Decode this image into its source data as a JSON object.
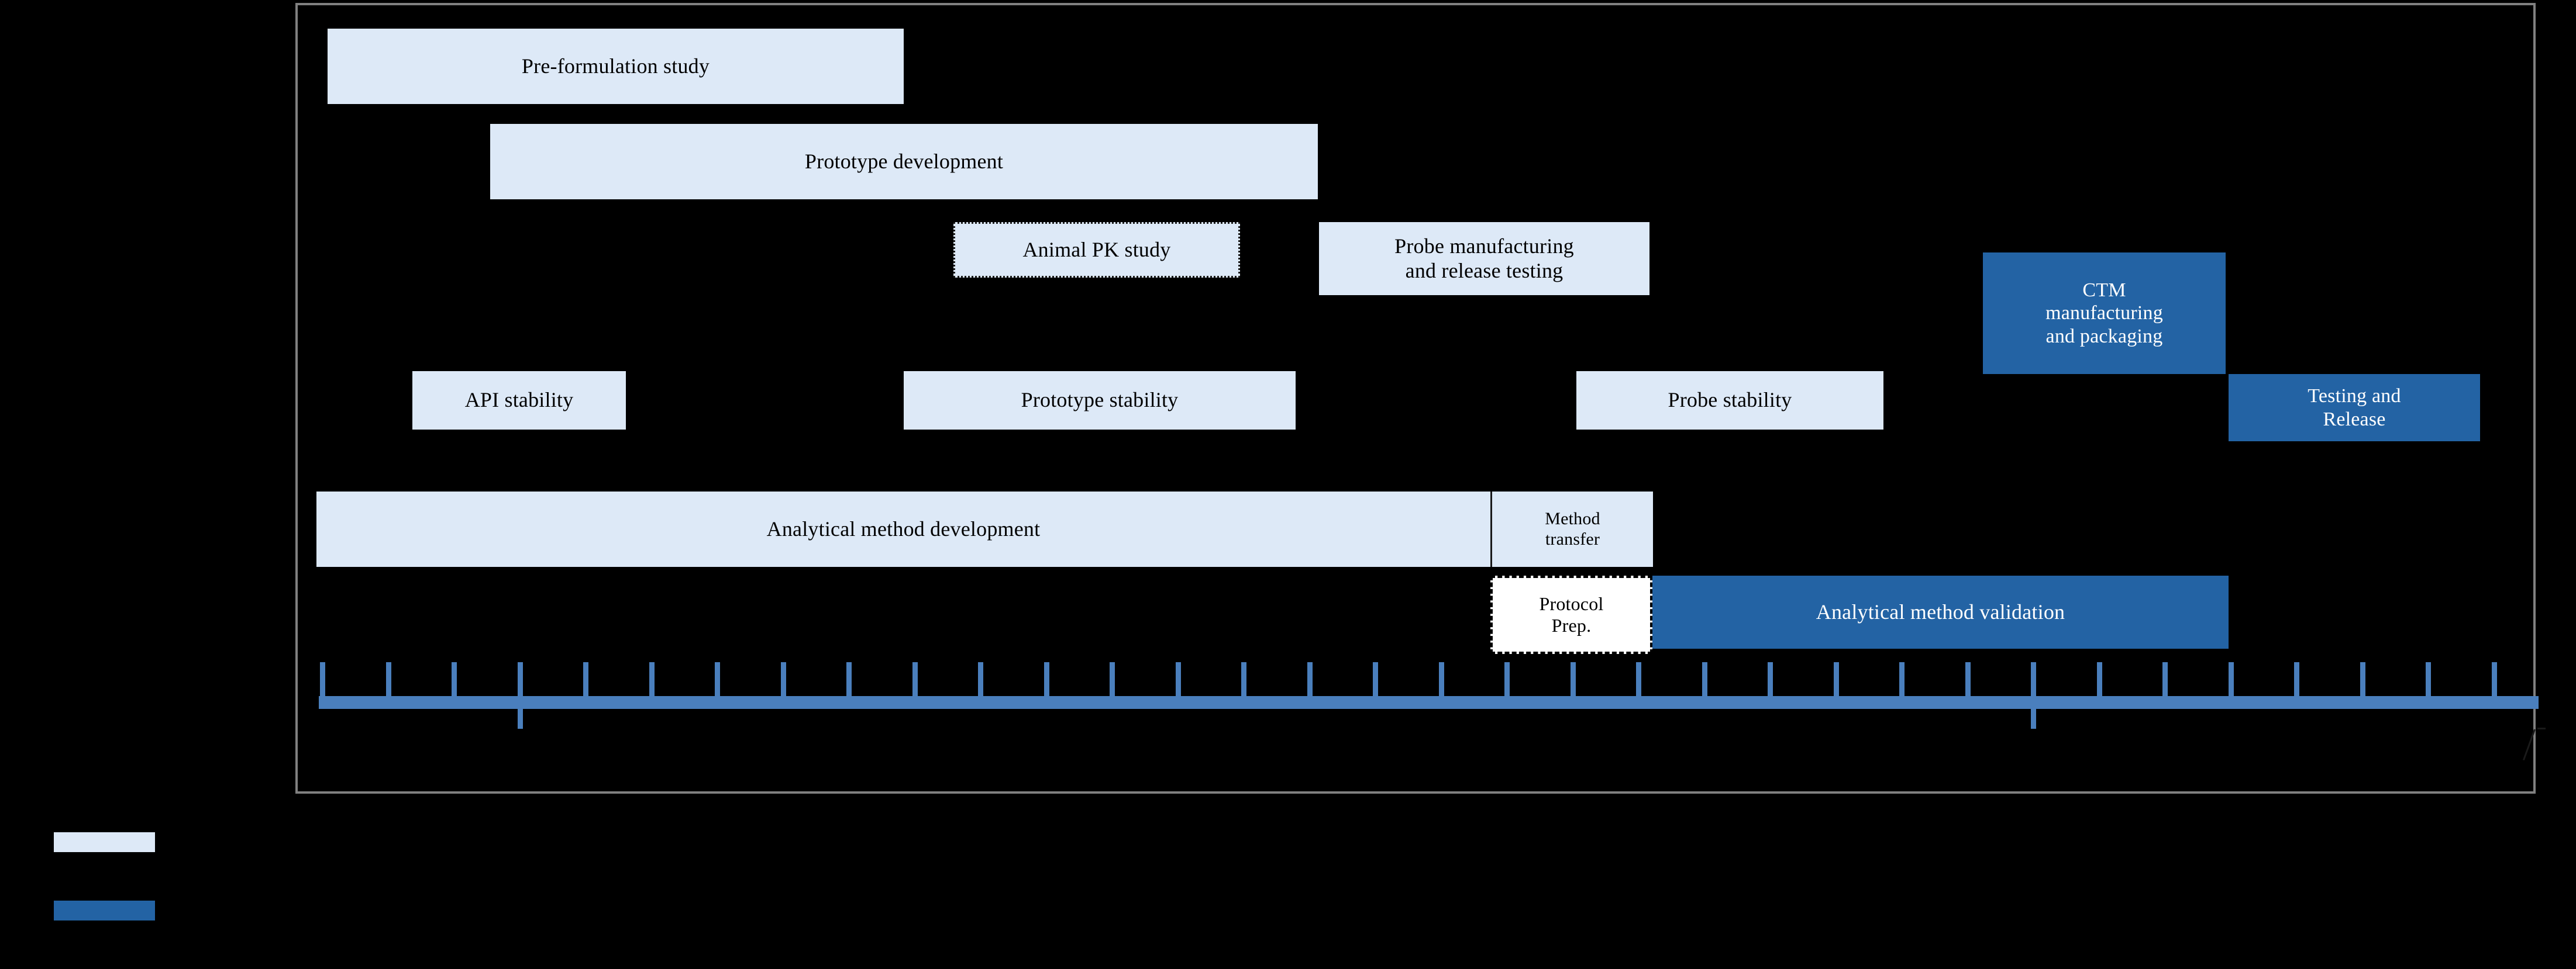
{
  "figure": {
    "type": "gantt",
    "title": "",
    "panel": {
      "border_color": "#808080"
    },
    "colors": {
      "light_bar": "#dde9f7",
      "dark_bar": "#2363a4",
      "axis": "#4a7fbd",
      "white_bar": "#ffffff",
      "outline": "#000000"
    }
  },
  "tasks": [
    {
      "id": "pre-formulation-study",
      "label": "Pre-formulation study",
      "style": "light",
      "outline": "none"
    },
    {
      "id": "prototype-development",
      "label": "Prototype development",
      "style": "light",
      "outline": "none"
    },
    {
      "id": "animal-pk-study",
      "label": "Animal PK study",
      "style": "light",
      "outline": "dotted"
    },
    {
      "id": "probe-manufacturing",
      "label": "Probe manufacturing\nand release testing",
      "style": "light",
      "outline": "none"
    },
    {
      "id": "ctm-manufacturing",
      "label": "CTM\nmanufacturing\nand packaging",
      "style": "dark",
      "outline": "none"
    },
    {
      "id": "api-stability",
      "label": "API stability",
      "style": "light",
      "outline": "none"
    },
    {
      "id": "prototype-stability",
      "label": "Prototype stability",
      "style": "light",
      "outline": "none"
    },
    {
      "id": "probe-stability",
      "label": "Probe stability",
      "style": "light",
      "outline": "none"
    },
    {
      "id": "testing-and-release",
      "label": "Testing and\nRelease",
      "style": "dark",
      "outline": "none"
    },
    {
      "id": "analytical-method-development",
      "label": "Analytical method development",
      "style": "light",
      "outline": "none"
    },
    {
      "id": "method-transfer",
      "label": "Method\ntransfer",
      "style": "light",
      "outline": "left-rule"
    },
    {
      "id": "protocol-prep",
      "label": "Protocol\nPrep.",
      "style": "white",
      "outline": "dashed"
    },
    {
      "id": "analytical-method-validation",
      "label": "Analytical method validation",
      "style": "dark",
      "outline": "none"
    }
  ],
  "axis": {
    "tick_count": 34,
    "major_tick_indices": [
      3,
      26
    ],
    "labels": []
  },
  "legend": {
    "items": [
      {
        "id": "legend-light",
        "swatch": "light",
        "label": ""
      },
      {
        "id": "legend-dark",
        "swatch": "dark",
        "label": ""
      }
    ]
  },
  "chart_data": {
    "type": "bar",
    "title": "Pharmaceutical development timeline (Gantt)",
    "xlabel": "",
    "ylabel": "",
    "categories": [
      "Pre-formulation study",
      "Prototype development",
      "Animal PK study",
      "Probe manufacturing and release testing",
      "CTM manufacturing and packaging",
      "API stability",
      "Prototype stability",
      "Probe stability",
      "Testing and Release",
      "Analytical method development",
      "Method transfer",
      "Protocol Prep.",
      "Analytical method validation"
    ],
    "series": [
      {
        "name": "start_px",
        "values": [
          560,
          838,
          1630,
          2255,
          3390,
          705,
          1545,
          2695,
          3810,
          541,
          2548,
          2548,
          2825
        ]
      },
      {
        "name": "end_px",
        "values": [
          1545,
          2253,
          2120,
          2820,
          3805,
          1070,
          2215,
          3220,
          4240,
          2548,
          2826,
          2825,
          3810
        ]
      }
    ],
    "legend_position": "bottom-left",
    "grid": false
  }
}
